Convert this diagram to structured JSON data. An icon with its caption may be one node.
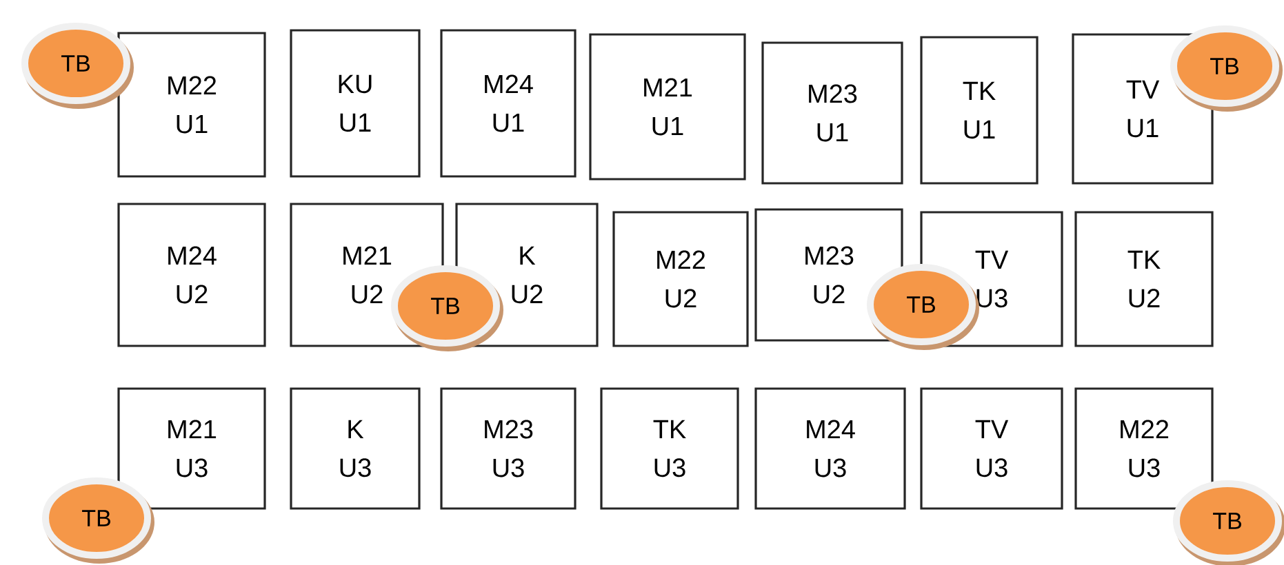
{
  "diagram": {
    "nodes": [
      {
        "text": [
          "M22",
          "U1"
        ]
      },
      {
        "text": [
          "KU",
          "U1"
        ]
      },
      {
        "text": [
          "M24",
          "U1"
        ]
      },
      {
        "text": [
          "M21",
          "U1"
        ]
      },
      {
        "text": [
          "M23",
          "U1"
        ]
      },
      {
        "text": [
          "TK",
          "U1"
        ]
      },
      {
        "text": [
          "TV",
          "U1"
        ]
      },
      {
        "text": [
          "M24",
          "U2"
        ]
      },
      {
        "text": [
          "M21",
          "U2"
        ]
      },
      {
        "text": [
          "K",
          "U2"
        ]
      },
      {
        "text": [
          "M22",
          "U2"
        ]
      },
      {
        "text": [
          "M23",
          "U2"
        ]
      },
      {
        "text": [
          "TV",
          "U3"
        ]
      },
      {
        "text": [
          "TK",
          "U2"
        ]
      },
      {
        "text": [
          "M21",
          "U3"
        ]
      },
      {
        "text": [
          "K",
          "U3"
        ]
      },
      {
        "text": [
          "M23",
          "U3"
        ]
      },
      {
        "text": [
          "TK",
          "U3"
        ]
      },
      {
        "text": [
          "M24",
          "U3"
        ]
      },
      {
        "text": [
          "TV",
          "U3"
        ]
      },
      {
        "text": [
          "M22",
          "U3"
        ]
      },
      {
        "text": [
          "TB"
        ]
      },
      {
        "text": [
          "TB"
        ]
      },
      {
        "text": [
          "TB"
        ]
      },
      {
        "text": [
          "TB"
        ]
      },
      {
        "text": [
          "TB"
        ]
      },
      {
        "text": [
          "TB"
        ]
      }
    ]
  }
}
